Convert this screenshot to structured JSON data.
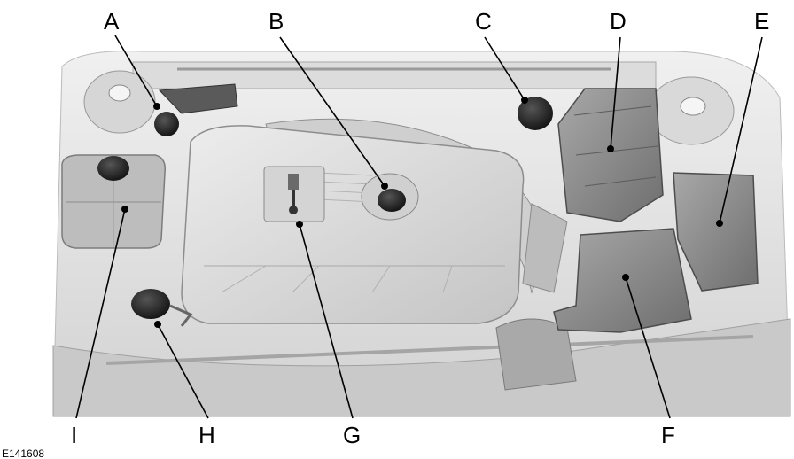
{
  "figure_id": "E141608",
  "callouts": {
    "a": "A",
    "b": "B",
    "c": "C",
    "d": "D",
    "e": "E",
    "f": "F",
    "g": "G",
    "h": "H",
    "i": "I"
  },
  "colors": {
    "background": "#ffffff",
    "engine_light": "#e3e3e3",
    "engine_mid": "#bdbdbd",
    "engine_dark": "#8c8c8c",
    "cap_dark": "#1e1e1e",
    "line": "#000000"
  }
}
